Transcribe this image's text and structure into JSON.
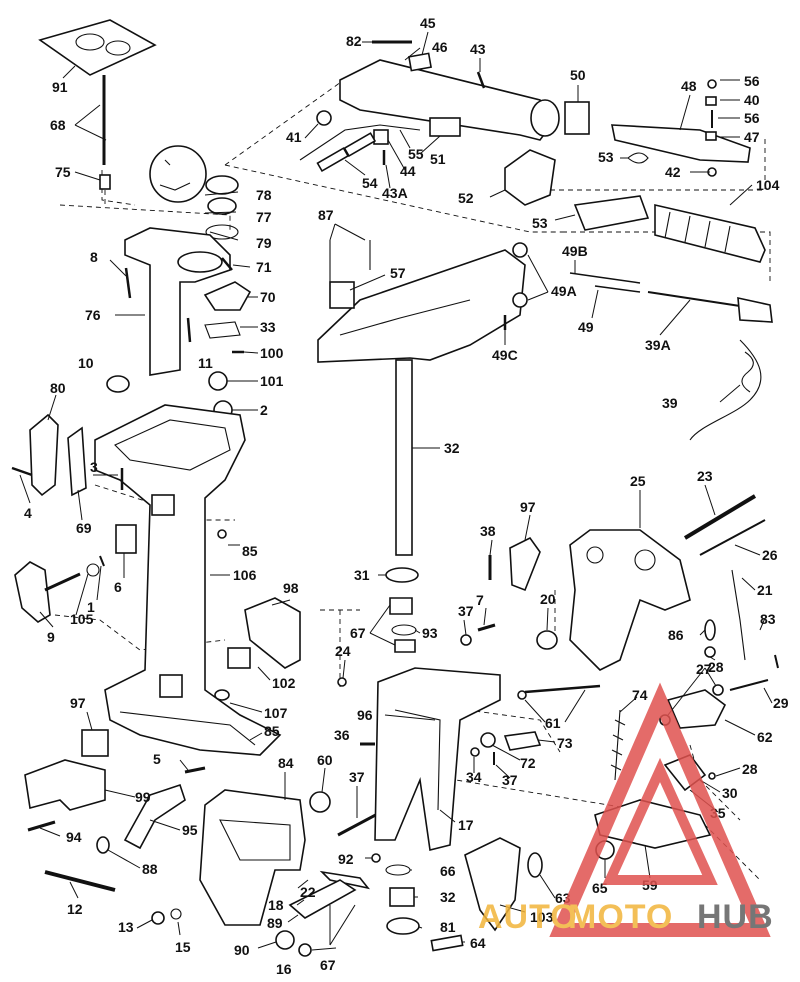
{
  "labels": [
    "91",
    "68",
    "75",
    "78",
    "77",
    "79",
    "8",
    "76",
    "71",
    "70",
    "33",
    "11",
    "100",
    "10",
    "101",
    "2",
    "80",
    "3",
    "4",
    "69",
    "85",
    "6",
    "9",
    "105",
    "1",
    "106",
    "98",
    "102",
    "107",
    "85",
    "97",
    "5",
    "99",
    "94",
    "95",
    "88",
    "12",
    "13",
    "15",
    "84",
    "60",
    "37",
    "92",
    "96",
    "36",
    "61",
    "72",
    "73",
    "37",
    "34",
    "17",
    "22",
    "18",
    "89",
    "90",
    "16",
    "67",
    "66",
    "32",
    "81",
    "64",
    "63",
    "103",
    "65",
    "59",
    "82",
    "45",
    "46",
    "43",
    "50",
    "41",
    "55",
    "51",
    "54",
    "44",
    "43A",
    "52",
    "53",
    "56",
    "40",
    "56",
    "47",
    "48",
    "53",
    "42",
    "104",
    "87",
    "57",
    "49A",
    "49B",
    "49",
    "39A",
    "49C",
    "39",
    "32",
    "31",
    "67",
    "93",
    "97",
    "38",
    "7",
    "37",
    "24",
    "25",
    "23",
    "26",
    "21",
    "20",
    "86",
    "28",
    "83",
    "27",
    "29",
    "62",
    "74",
    "28",
    "30",
    "35"
  ],
  "watermark": {
    "part1": "AUTO",
    "part2": "MOTO",
    "part3": "HUB"
  },
  "colors": {
    "ink": "#111111",
    "wm_red": "#e0524f",
    "wm_gold": "#f2b53a",
    "wm_grey": "#5f5f5f"
  }
}
